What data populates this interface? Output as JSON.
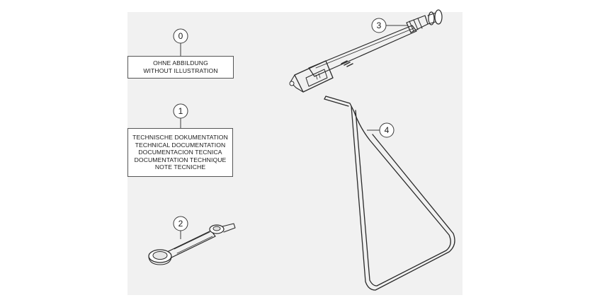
{
  "callouts": {
    "c0": "0",
    "c1": "1",
    "c2": "2",
    "c3": "3",
    "c4": "4"
  },
  "box0": {
    "lines": [
      "OHNE ABBILDUNG",
      "WITHOUT ILLUSTRATION"
    ]
  },
  "box1": {
    "lines": [
      "TECHNISCHE DOKUMENTATION",
      "TECHNICAL DOCUMENTATION",
      "DOCUMENTACION TECNICA",
      "DOCUMENTATION TECHNIQUE",
      "NOTE TECNICHE"
    ]
  },
  "colors": {
    "background": "#f1f1f1",
    "line": "#2a2a2a"
  },
  "icons": {
    "part2": "spanner-wrench-icon",
    "part3": "tire-pressure-gauge-icon",
    "part4": "side-stand-icon"
  }
}
